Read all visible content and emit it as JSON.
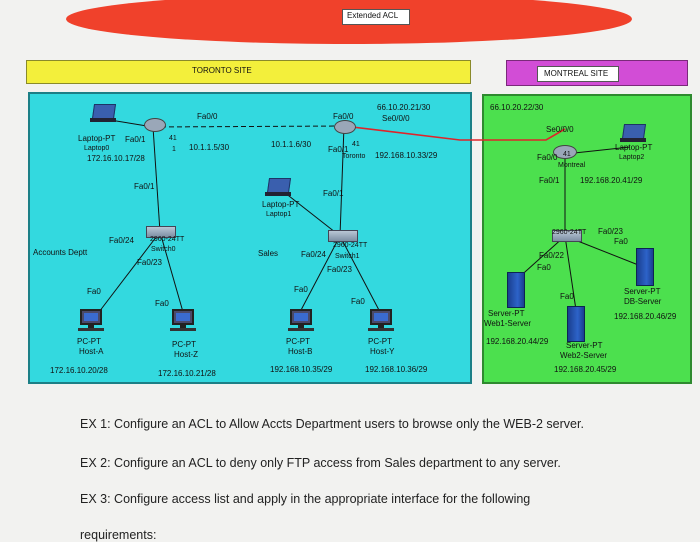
{
  "title": "Extended ACL",
  "sites": {
    "toronto": "TORONTO SITE",
    "montreal": "MONTREAL SITE"
  },
  "toronto_labels": {
    "laptop_left": "Laptop-PT",
    "laptop_left_sub": "Laptop0",
    "r_fa00": "Fa0/0",
    "r_fa01": "Fa0/1",
    "r_41": "41",
    "r_1": "1",
    "net_172_16_10_17": "172.16.10.17/28",
    "link_10_1_1_5": "10.1.1.5/30",
    "sw_fa01": "Fa0/1",
    "accounts": "Accounts Deptt",
    "sw_fa024": "Fa0/24",
    "sw_model": "2960-24TT",
    "sw_name": "Switch0",
    "sw_fa023": "Fa0/23",
    "pc_left_fa0": "Fa0",
    "pc_right_fa0": "Fa0",
    "host_a_type": "PC-PT",
    "host_a_name": "Host-A",
    "host_a_ip": "172.16.10.20/28",
    "host_z_type": "PC-PT",
    "host_z_name": "Host-Z",
    "host_z_ip": "172.16.10.21/28",
    "r2_fa00": "Fa0/0",
    "r2_ip_66_10_20_21": "66.10.20.21/30",
    "r2_se": "Se0/0/0",
    "link_10_1_1_6": "10.1.1.6/30",
    "r2_fa01": "Fa0/1",
    "r2_41": "41",
    "r2_name": "Toronto",
    "net_192_168_10_33": "192.168.10.33/29",
    "r2_fa01b": "Fa0/1",
    "laptop_mid": "Laptop-PT",
    "laptop_mid_sub": "Laptop1",
    "sales": "Sales",
    "sw2_fa024": "Fa0/24",
    "sw2_model": "2960-24TT",
    "sw2_name": "Switch1",
    "sw2_fa023": "Fa0/23",
    "pc_b_fa0": "Fa0",
    "pc_y_fa0": "Fa0",
    "host_b_type": "PC-PT",
    "host_b_name": "Host-B",
    "host_b_ip": "192.168.10.35/29",
    "host_y_type": "PC-PT",
    "host_y_name": "Host-Y",
    "host_y_ip": "192.168.10.36/29"
  },
  "montreal_labels": {
    "ip_66_10_20_22": "66.10.20.22/30",
    "se": "Se0/0/0",
    "fa00": "Fa0/0",
    "n41": "41",
    "name": "Montreal",
    "laptop": "Laptop-PT",
    "laptop_sub": "Laptop2",
    "fa01": "Fa0/1",
    "net_192_168_20_41": "192.168.20.41/29",
    "sw_fa023": "Fa0/23",
    "sw_model": "2960-24TT",
    "sw_fa0": "Fa0",
    "sw_fa022": "Fa0/22",
    "sw_fa0b": "Fa0",
    "fa0_srv": "Fa0",
    "db_type": "Server-PT",
    "db_name": "DB-Server",
    "db_ip": "192.168.20.46/29",
    "web1_type": "Server-PT",
    "web1_name": "Web1-Server",
    "web1_ip": "192.168.20.44/29",
    "web2_type": "Server-PT",
    "web2_name": "Web2-Server",
    "web2_ip": "192.168.20.45/29"
  },
  "exercises": [
    "EX 1: Configure an ACL to Allow Accts Department users to browse only the WEB-2 server.",
    "EX 2: Configure an ACL to deny only FTP access from Sales department to any server.",
    "EX 3: Configure access list and apply in the appropriate interface for the following",
    "requirements:"
  ],
  "colors": {
    "banner_red": "#f0412b",
    "toronto_yellow": "#f3ef3b",
    "montreal_magenta": "#d24dd6",
    "toronto_bg": "#33d9df",
    "montreal_bg": "#4ce04e",
    "serial_link": "#e0242a"
  }
}
